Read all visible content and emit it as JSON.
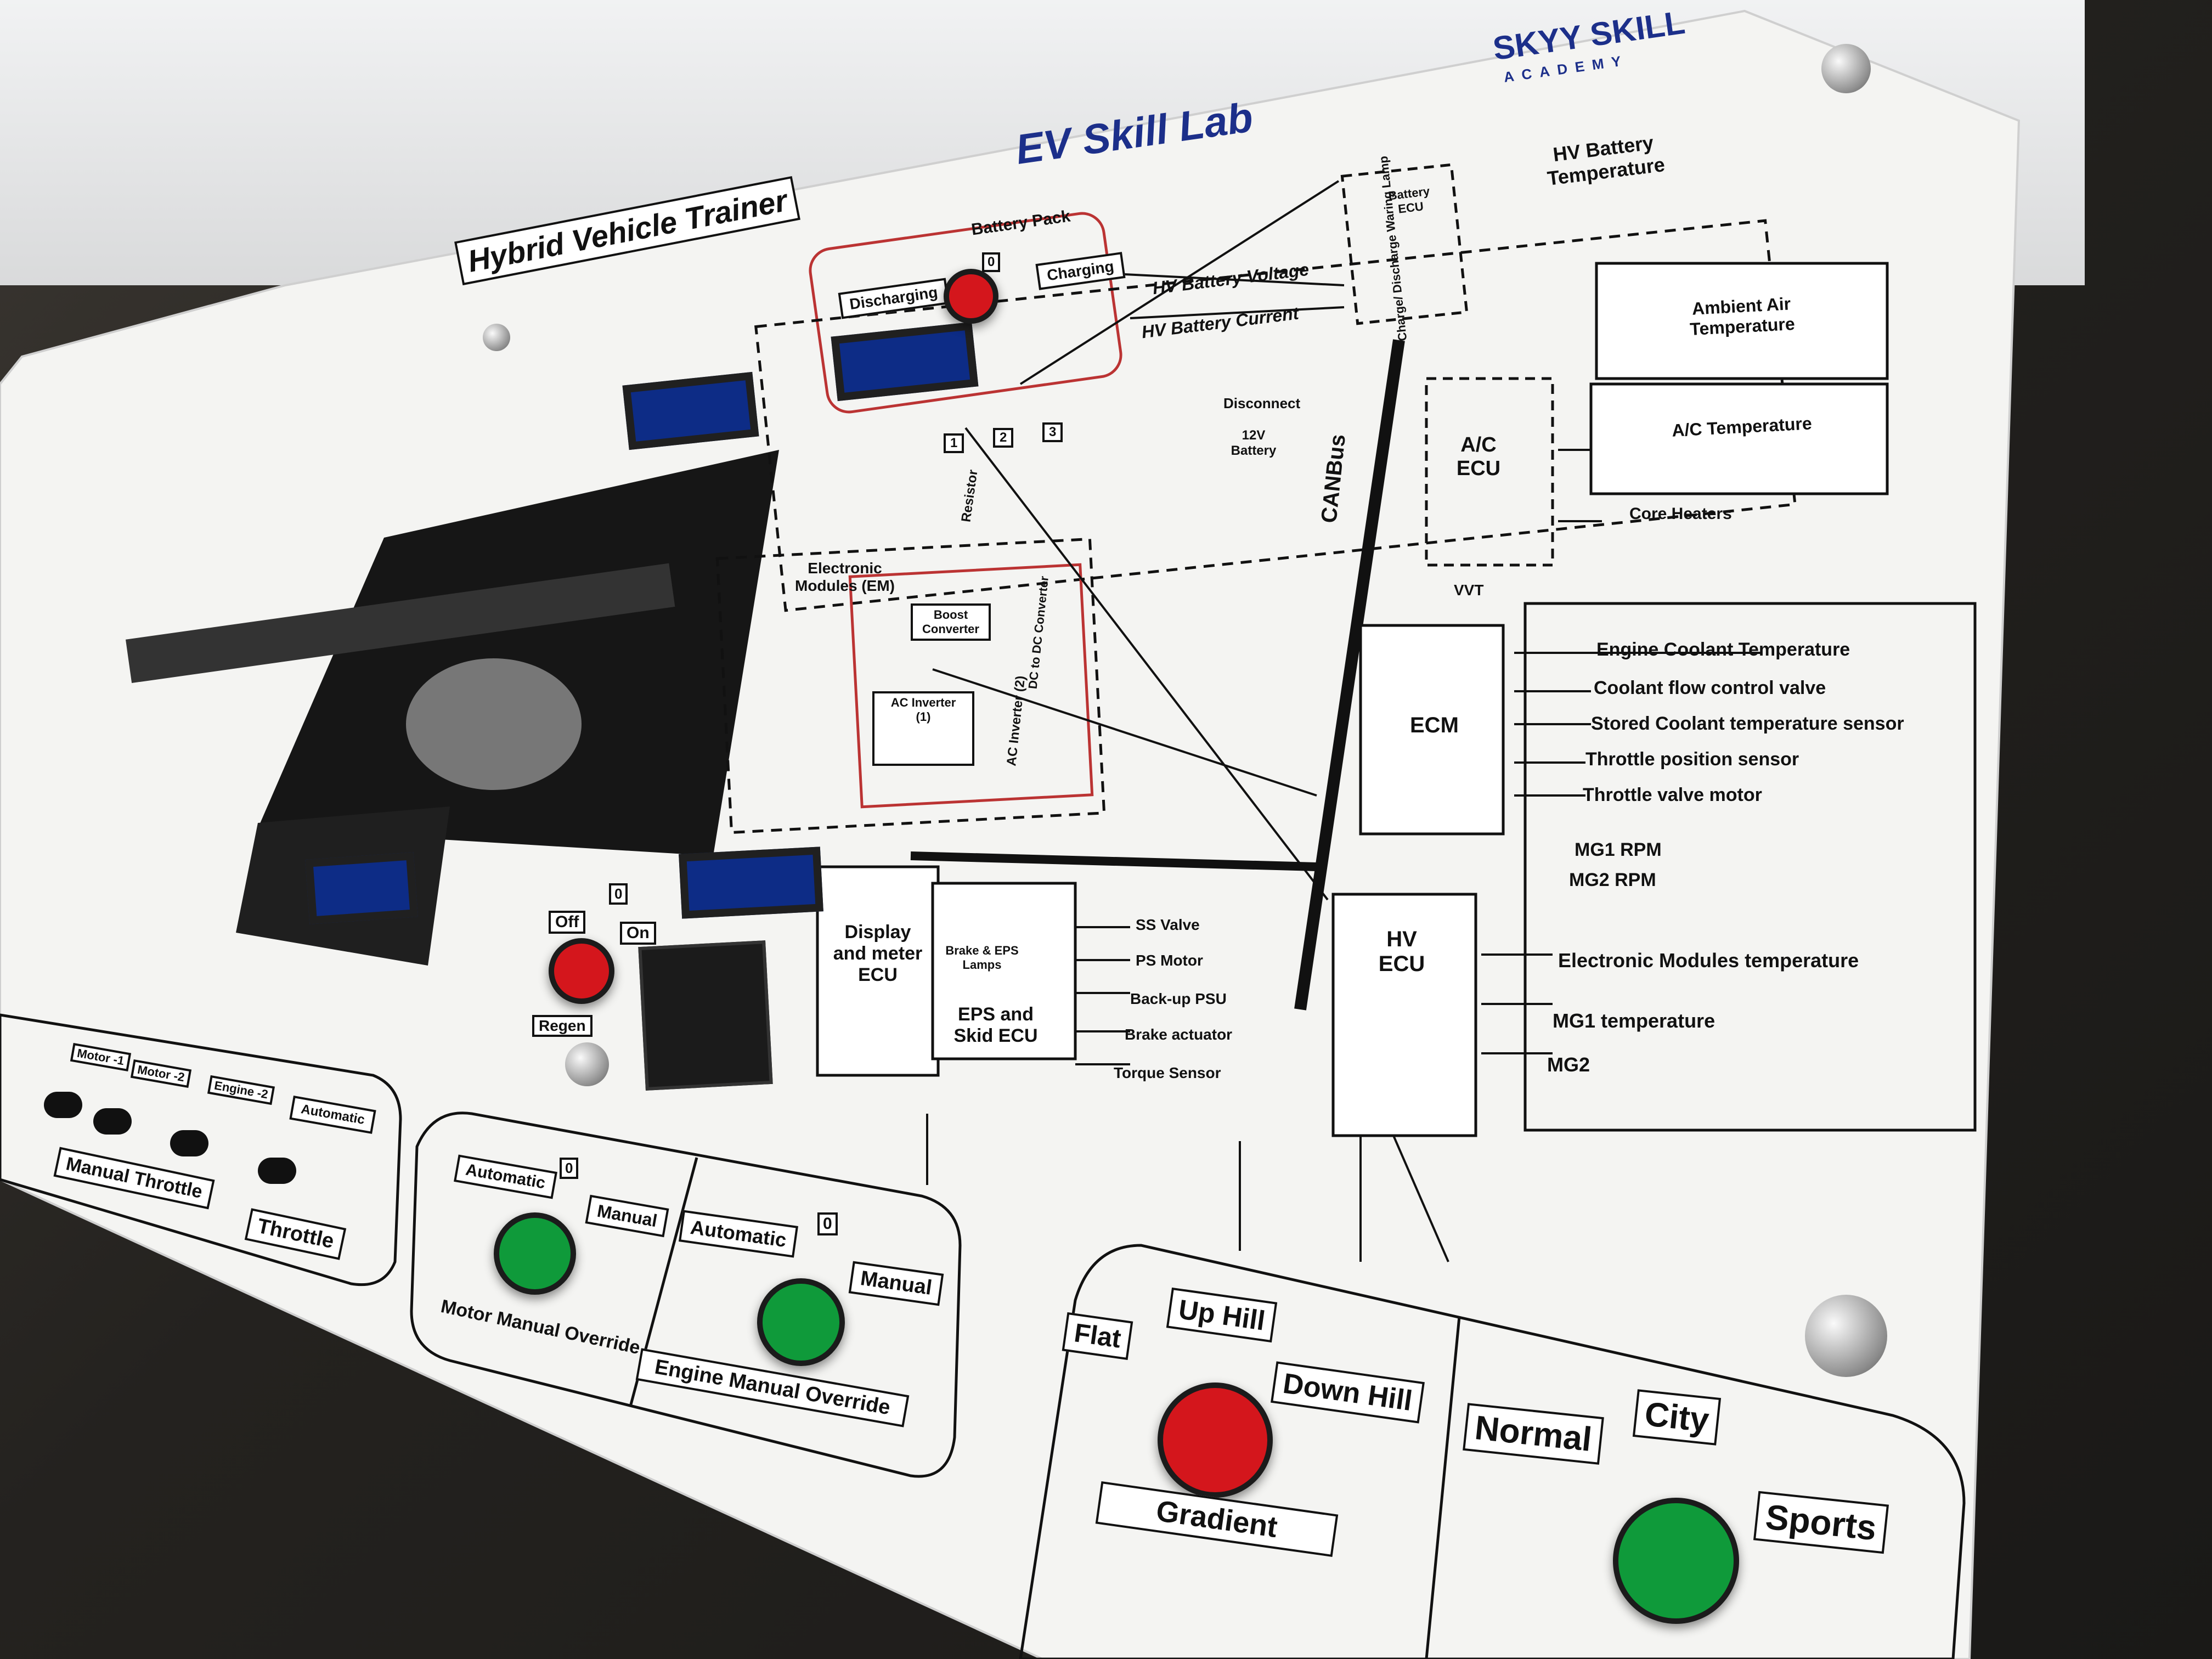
{
  "board": {
    "title": "Hybrid Vehicle Trainer",
    "brand_left": "EV Skill Lab",
    "brand_right": "SKYY SKILL",
    "brand_right_sub": "ACADEMY",
    "battery_pack": {
      "title": "Battery Pack",
      "discharging": "Discharging",
      "charging": "Charging",
      "zero": "0"
    },
    "hv_battery_voltage": "HV Battery Voltage",
    "hv_battery_current": "HV Battery Current",
    "battery_ecu": "Battery ECU",
    "charge_discharge_lamp": "Charge/ Discharge Waring Lamp",
    "hv_battery_temperature": "HV Battery Temperature",
    "ambient_air_temperature": "Ambient Air Temperature",
    "ac_temperature": "A/C Temperature",
    "ac_ecu": "A/C ECU",
    "core_heaters": "Core Heaters",
    "canbus": "CANBus",
    "disconnect": "Disconnect",
    "battery_12v": "12V Battery",
    "relays": [
      "1",
      "2",
      "3"
    ],
    "resistor": "Resistor",
    "electronic_modules": "Electronic Modules (EM)",
    "boost_converter": "Boost Converter",
    "dc_dc_converter": "DC to DC Converter",
    "ac_inverter_1": "AC Inverter (1)",
    "ac_inverter_2": "AC Inverter (2)",
    "vvt": "VVT",
    "ecm": "ECM",
    "ecm_inputs": [
      "Engine Coolant Temperature",
      "Coolant flow control valve",
      "Stored Coolant temperature sensor",
      "Throttle position sensor",
      "Throttle valve motor"
    ],
    "hv_ecu": "HV ECU",
    "hv_ecu_inputs": [
      "MG1 RPM",
      "MG2 RPM",
      "Electronic Modules temperature",
      "MG1 temperature",
      "MG2"
    ],
    "display_meter_ecu": "Display and meter ECU",
    "brake_eps_lamps": "Brake & EPS Lamps",
    "eps_skid_ecu": "EPS and Skid ECU",
    "eps_inputs": [
      "SS Valve",
      "PS Motor",
      "Back-up PSU",
      "Brake actuator",
      "Torque Sensor"
    ],
    "power_switch": {
      "off": "Off",
      "on": "On",
      "zero": "0"
    },
    "regen": "Regen",
    "manual_throttle": {
      "title": "Manual Throttle",
      "motor1": "Motor -1",
      "motor2": "Motor -2",
      "engine2": "Engine -2"
    },
    "throttle_box": {
      "automatic": "Automatic",
      "title": "Throttle"
    },
    "motor_override": {
      "automatic": "Automatic",
      "manual": "Manual",
      "zero": "0",
      "title": "Motor Manual Override"
    },
    "engine_override": {
      "automatic": "Automatic",
      "manual": "Manual",
      "zero": "0",
      "title": "Engine Manual Override"
    },
    "gradient": {
      "flat": "Flat",
      "up_hill": "Up Hill",
      "down_hill": "Down Hill",
      "title": "Gradient"
    },
    "drive_mode": {
      "normal": "Normal",
      "city": "City",
      "sports": "Sports"
    },
    "colors": {
      "red_knob": "#d4161c",
      "green_knob": "#0f9a3a",
      "lcd": "#0d2c86"
    }
  }
}
